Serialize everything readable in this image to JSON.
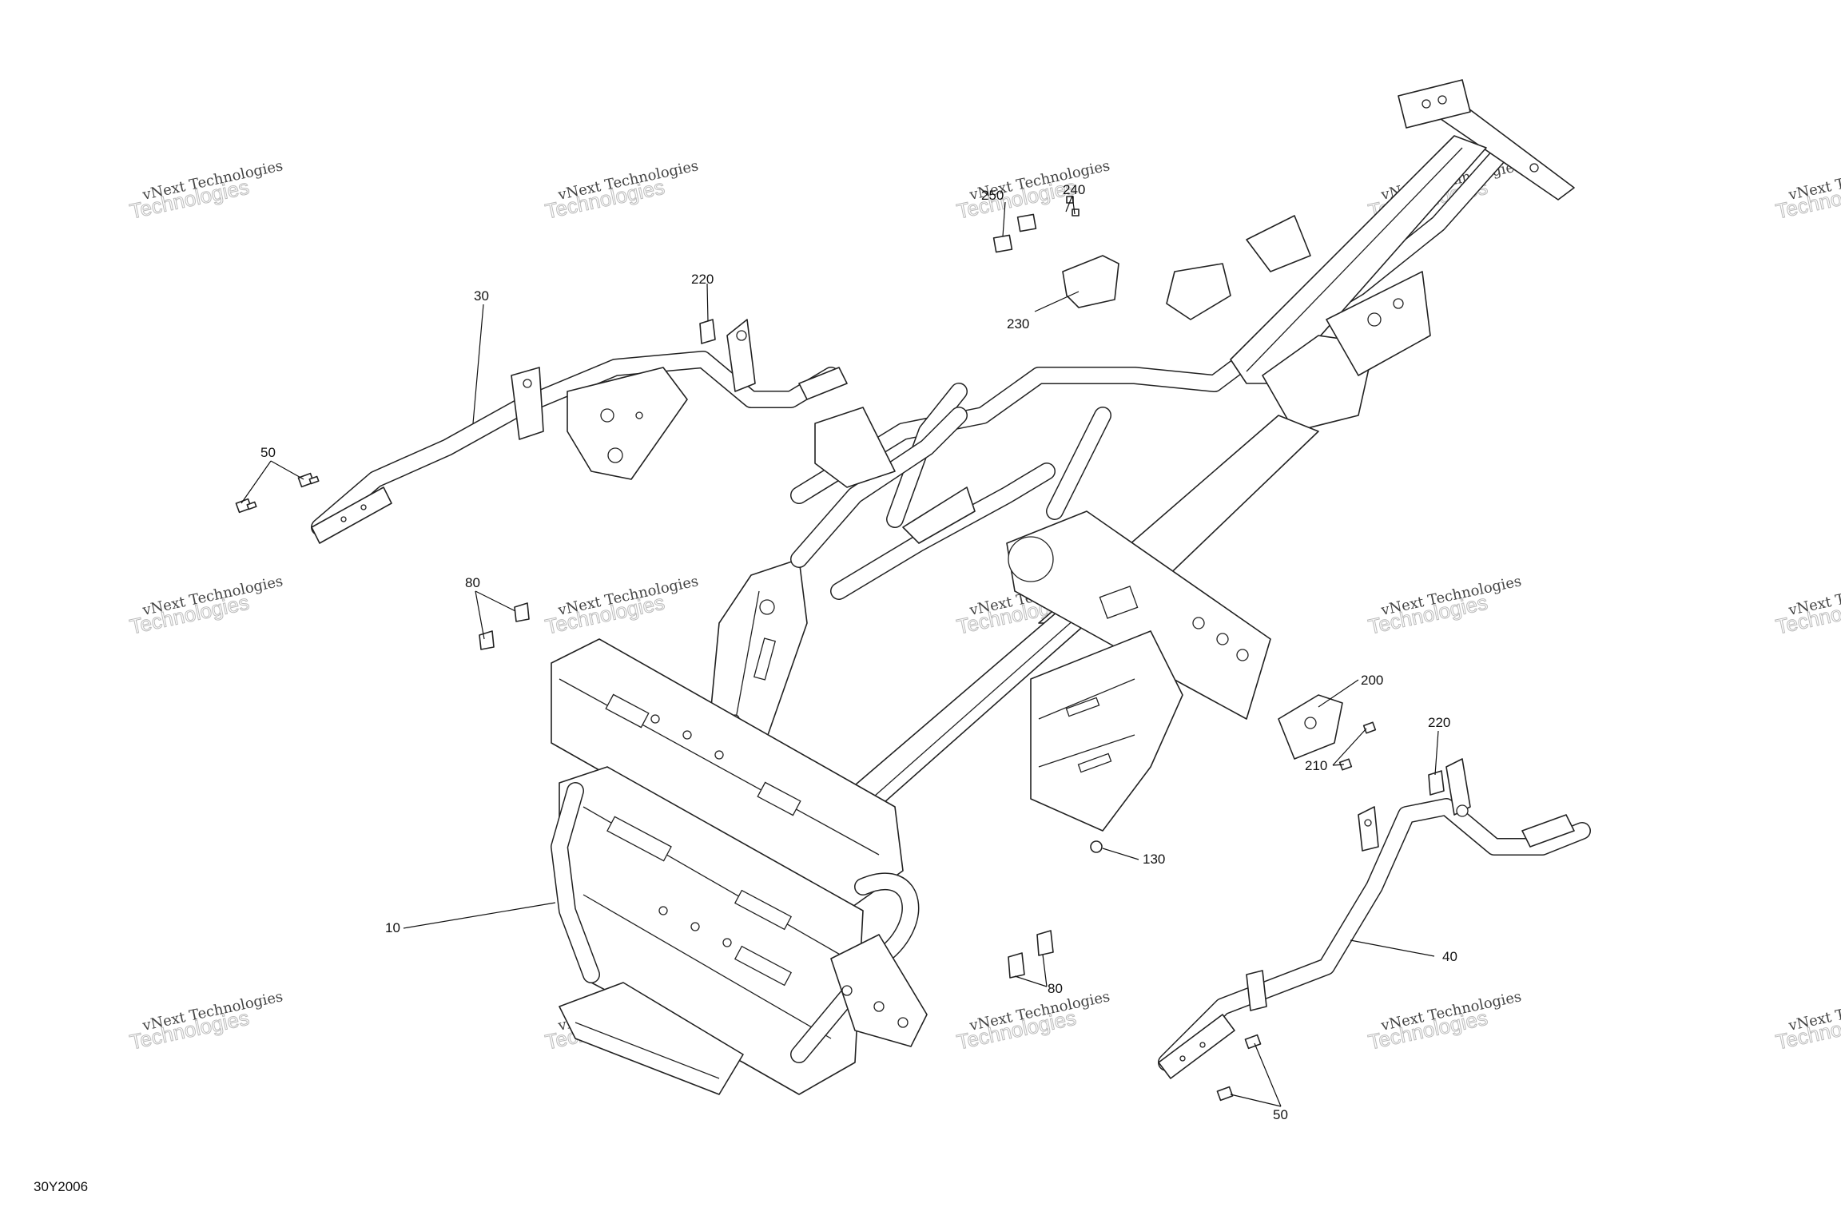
{
  "figure_code": "30Y2006",
  "watermark": {
    "line1": "vNext Technologies",
    "line2": "Technologies"
  },
  "callouts": [
    {
      "id": "c10",
      "label": "10"
    },
    {
      "id": "c30",
      "label": "30"
    },
    {
      "id": "c40",
      "label": "40"
    },
    {
      "id": "c50a",
      "label": "50"
    },
    {
      "id": "c50b",
      "label": "50"
    },
    {
      "id": "c80a",
      "label": "80"
    },
    {
      "id": "c80b",
      "label": "80"
    },
    {
      "id": "c130",
      "label": "130"
    },
    {
      "id": "c200",
      "label": "200"
    },
    {
      "id": "c210",
      "label": "210"
    },
    {
      "id": "c220a",
      "label": "220"
    },
    {
      "id": "c220b",
      "label": "220"
    },
    {
      "id": "c230",
      "label": "230"
    },
    {
      "id": "c240",
      "label": "240"
    },
    {
      "id": "c250",
      "label": "250"
    }
  ]
}
